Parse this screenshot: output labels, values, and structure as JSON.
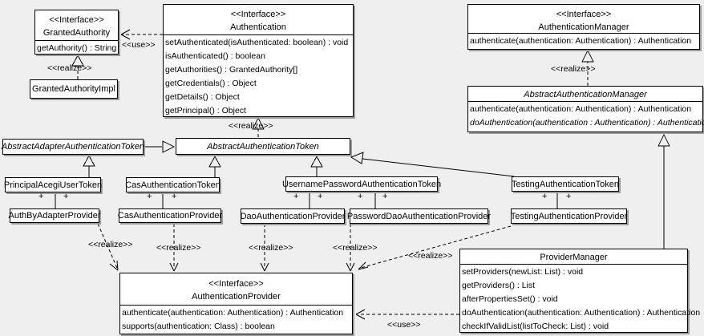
{
  "classes": {
    "granted_authority": {
      "stereotype": "<<Interface>>",
      "name": "GrantedAuthority",
      "methods": [
        "getAuthority() : String"
      ]
    },
    "granted_authority_impl": {
      "name": "GrantedAuthorityImpl"
    },
    "authentication": {
      "stereotype": "<<Interface>>",
      "name": "Authentication",
      "methods": [
        "setAuthenticated(isAuthenticated: boolean) : void",
        "isAuthenticated() : boolean",
        "getAuthorities() : GrantedAuthority[]",
        "getCredentials() : Object",
        "getDetails() : Object",
        "getPrincipal() : Object"
      ]
    },
    "authentication_manager": {
      "stereotype": "<<Interface>>",
      "name": "AuthenticationManager",
      "methods": [
        "authenticate(authentication: Authentication) : Authentication"
      ]
    },
    "abstract_authentication_manager": {
      "name": "AbstractAuthenticationManager",
      "methods": [
        "authenticate(authentication: Authentication) : Authentication",
        "doAuthentication(authentication : Authentication) : Authentication"
      ]
    },
    "abstract_adapter_authentication_token": {
      "name": "AbstractAdapterAuthenticationToken"
    },
    "abstract_authentication_token": {
      "name": "AbstractAuthenticationToken"
    },
    "principal_acegi_user_token": {
      "name": "PrincipalAcegiUserToken"
    },
    "cas_authentication_token": {
      "name": "CasAuthenticationToken"
    },
    "username_password_authentication_token": {
      "name": "UsernamePasswordAuthenticationToken"
    },
    "testing_authentication_token": {
      "name": "TestingAuthenticationToken"
    },
    "auth_by_adapter_provider": {
      "name": "AuthByAdapterProvider"
    },
    "cas_authentication_provider": {
      "name": "CasAuthenticationProvider"
    },
    "dao_authentication_provider": {
      "name": "DaoAuthenticationProvider"
    },
    "password_dao_authentication_provider": {
      "name": "PasswordDaoAuthenticationProvider"
    },
    "testing_authentication_provider": {
      "name": "TestingAuthenticationProvider"
    },
    "authentication_provider": {
      "stereotype": "<<Interface>>",
      "name": "AuthenticationProvider",
      "methods": [
        "authenticate(authentication: Authentication) : Authentication",
        "supports(authentication: Class) : boolean"
      ]
    },
    "provider_manager": {
      "name": "ProviderManager",
      "methods": [
        "setProviders(newList: List) : void",
        "getProviders() : List",
        "afterPropertiesSet() : void",
        "doAuthentication(authentication: Authentication) : Authentication",
        "checkIfValidList(listToCheck: List) : void"
      ]
    }
  },
  "edge_labels": {
    "realize": "<<realize>>",
    "use": "<<use>>",
    "plus": "+"
  },
  "colors": {
    "background": "#efefef",
    "box_fill": "#ffffff",
    "box_border": "#000000",
    "shadow": "#9c9c9c",
    "text": "#000000"
  }
}
